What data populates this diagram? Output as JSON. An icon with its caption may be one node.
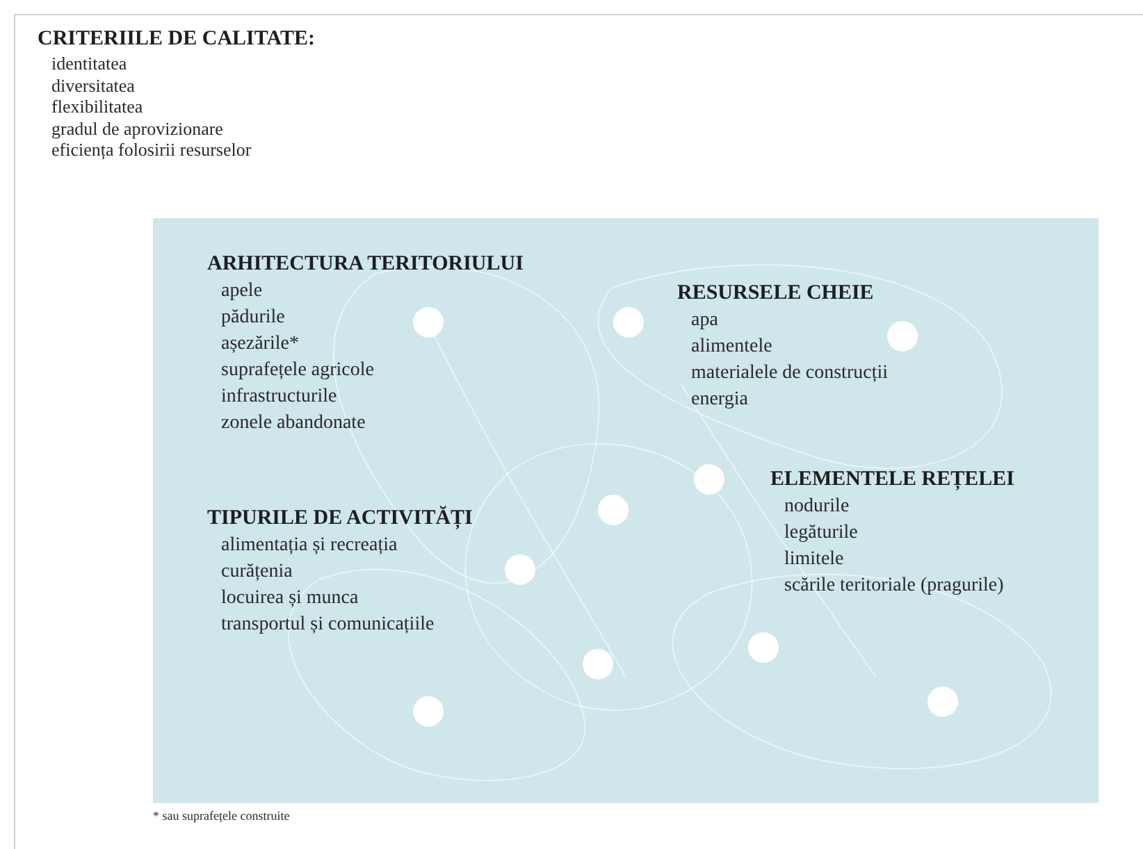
{
  "diagram": {
    "title": "CRITERIILE DE CALITATE:",
    "nodes": [
      {
        "text": [],
        "shape": "box"
      }
    ],
    "edges": [],
    "labels": [
      "identitatea",
      "diversitatea",
      "flexibilitatea",
      "gradul de aprovizionare",
      "eficiența folosirii resurselor",
      "ARHITECTURA TERITORIULUI",
      "apele",
      "pădurile",
      "așezările*",
      "suprafețele agricole",
      "infrastructurile",
      "zonele abandonate",
      "RESURSELE CHEIE",
      "apa",
      "alimentele",
      "materialele de construcții",
      "energia",
      "ELEMENTELE REȚELEI",
      "nodurile",
      "legăturile",
      "limitele",
      "scările teritoriale (pragurile)",
      "TIPURILE DE ACTIVITĂȚI",
      "alimentația și recreația",
      "curățenia",
      "locuirea și munca",
      "transportul și comunicațiile",
      "* sau suprafețele construite"
    ]
  }
}
